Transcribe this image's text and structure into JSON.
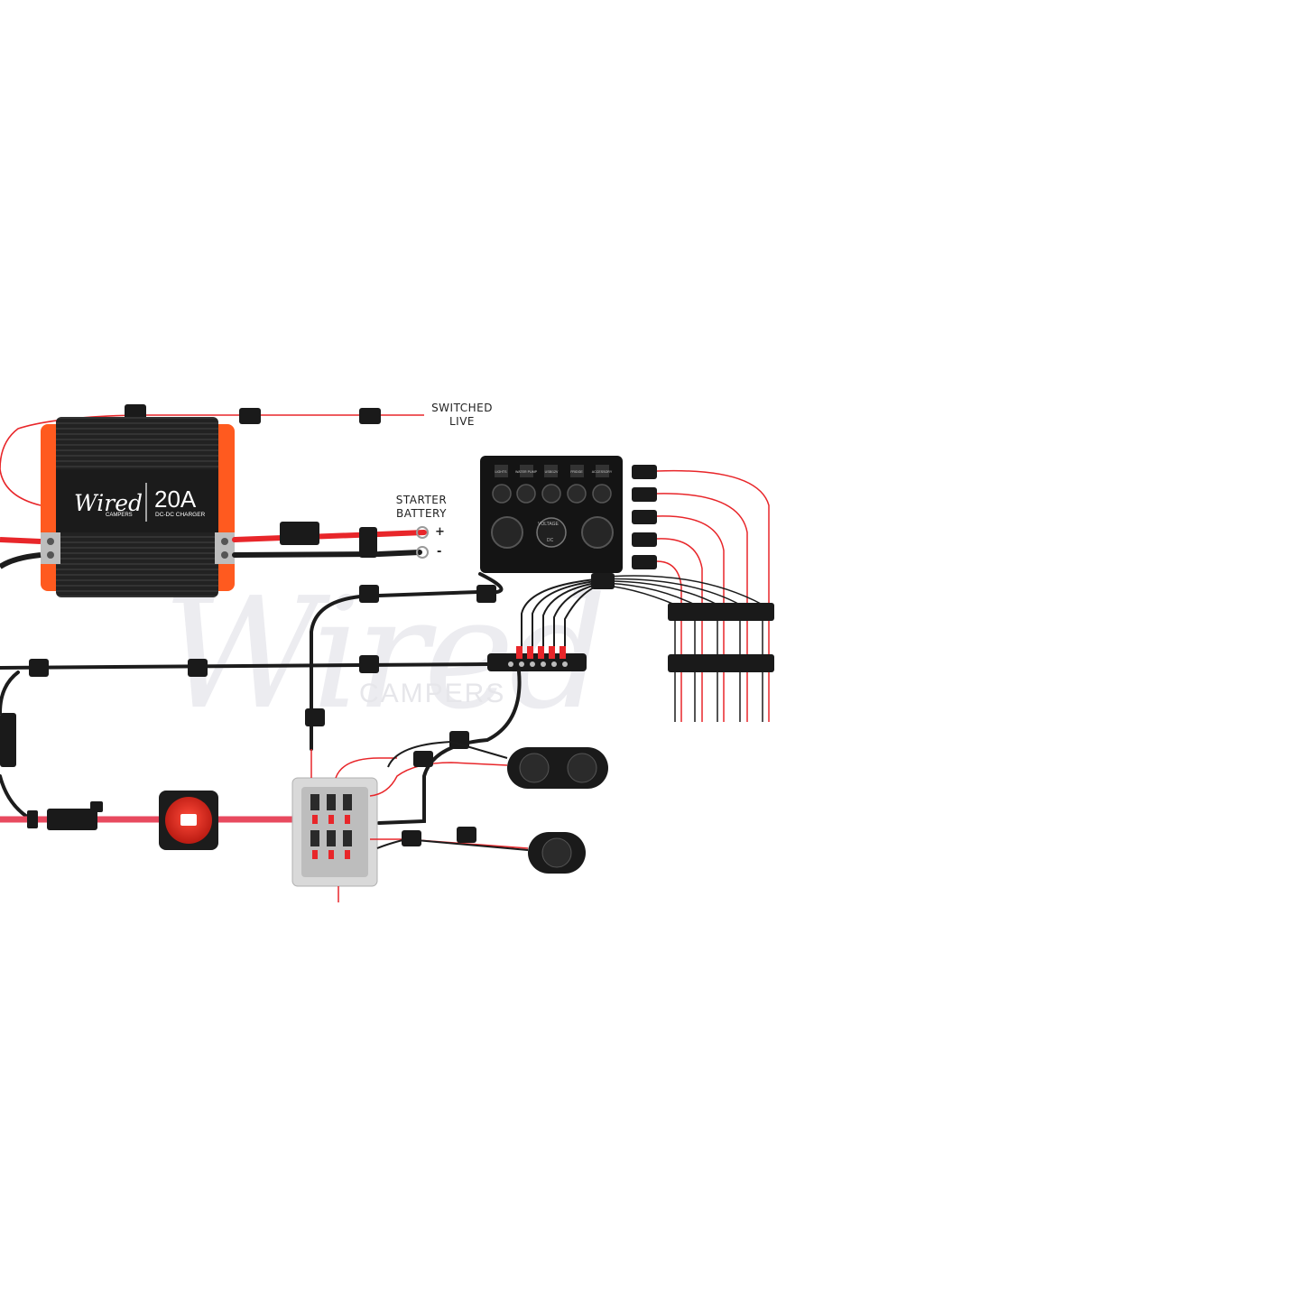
{
  "watermark": {
    "script": "Wired",
    "sub": "CAMPERS"
  },
  "charger": {
    "brand": "Wired",
    "brand_sub": "CAMPERS",
    "rating": "20A",
    "type": "DC-DC CHARGER",
    "color": "#ff5a1f"
  },
  "labels": {
    "switched_live": [
      "SWITCHED",
      "LIVE"
    ],
    "starter_battery": [
      "STARTER",
      "BATTERY"
    ],
    "plus": "+",
    "minus": "-"
  },
  "switch_panel": {
    "switches": [
      "LIGHTS",
      "WATER PUMP",
      "USB/12V",
      "FRIDGE",
      "ACCESSORY"
    ],
    "voltmeter": "VOLTAGE",
    "voltmeter_sub": "DC"
  },
  "colors": {
    "red_wire": "#e8262a",
    "black_wire": "#1c1c1c",
    "red_sheath": "#e84a5f"
  }
}
